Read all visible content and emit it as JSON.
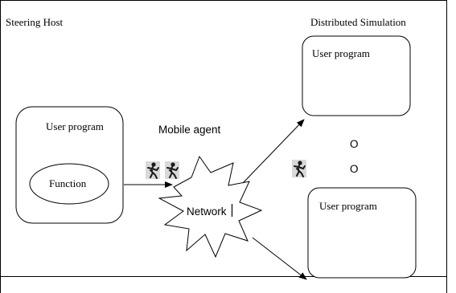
{
  "left_panel": {
    "title": "Steering Host"
  },
  "right_panel": {
    "title": "Distributed Simulation"
  },
  "host_node": {
    "label": "User program",
    "function_label": "Function"
  },
  "mobile_agent_label": "Mobile agent",
  "network_label": "Network",
  "sim_nodes": [
    {
      "label": "User program"
    },
    {
      "label": "User program"
    }
  ],
  "continuation_marks": [
    "O",
    "O"
  ],
  "agent_icon": "running-figure-icon"
}
